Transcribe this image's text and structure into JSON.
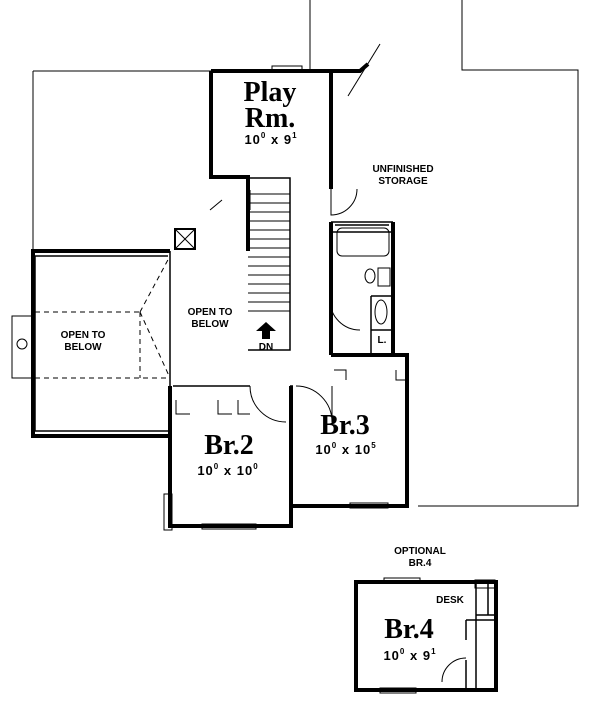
{
  "rooms": {
    "play": {
      "name_line1": "Play",
      "name_line2": "Rm.",
      "w": "10",
      "w_sup": "0",
      "x": "x",
      "h": "9",
      "h_sup": "1"
    },
    "br2": {
      "name": "Br.2",
      "w": "10",
      "w_sup": "0",
      "x": "x",
      "h": "10",
      "h_sup": "0"
    },
    "br3": {
      "name": "Br.3",
      "w": "10",
      "w_sup": "0",
      "x": "x",
      "h": "10",
      "h_sup": "5"
    },
    "br4": {
      "name": "Br.4",
      "w": "10",
      "w_sup": "0",
      "x": "x",
      "h": "9",
      "h_sup": "1"
    }
  },
  "labels": {
    "storage_line1": "UNFINISHED",
    "storage_line2": "STORAGE",
    "open_left_line1": "OPEN TO",
    "open_left_line2": "BELOW",
    "open_center_line1": "OPEN TO",
    "open_center_line2": "BELOW",
    "stair_dn": "DN",
    "linen": "L.",
    "optional_line1": "OPTIONAL",
    "optional_line2": "BR.4",
    "desk": "DESK"
  },
  "colors": {
    "line": "#000000",
    "background": "#ffffff"
  }
}
